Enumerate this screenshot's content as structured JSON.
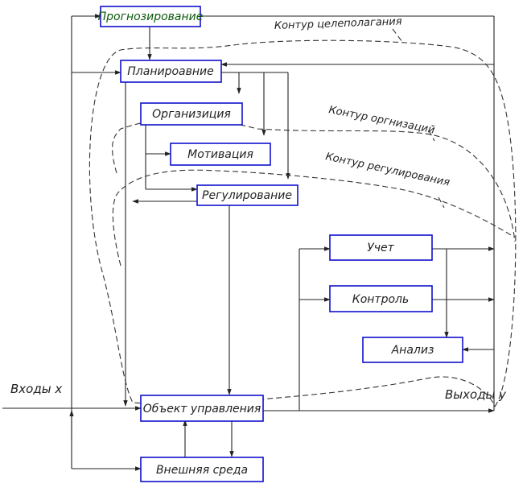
{
  "colors": {
    "box_border": "#1010cc",
    "forecast_text": "#0a5a0a",
    "inputs_text": "#0a5a0a",
    "text": "#222222",
    "line": "#222222"
  },
  "nodes": {
    "forecasting": "Прогнозирование",
    "planning": "Планироавние",
    "organization": "Организиция",
    "motivation": "Мотивация",
    "regulation": "Регулирование",
    "accounting": "Учет",
    "control": "Контроль",
    "analysis": "Анализ",
    "control_object": "Объект управления",
    "external_env": "Внешняя среда"
  },
  "labels": {
    "goal_contour": "Контур целеполагания",
    "org_contour": "Контур оргнизаций",
    "reg_contour": "Контур регулирования",
    "inputs": "Входы х",
    "outputs": "Выходы у"
  }
}
